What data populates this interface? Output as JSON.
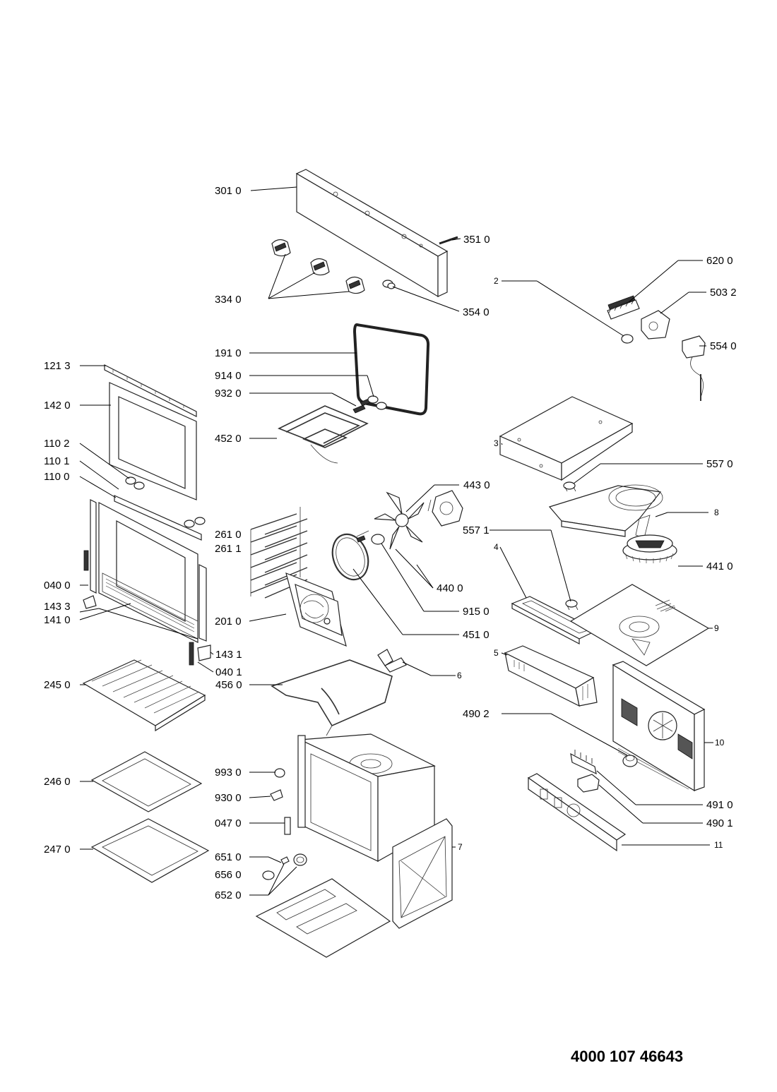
{
  "document_number": "4000 107 46643",
  "labels": [
    {
      "id": "301-0",
      "text": "301 0"
    },
    {
      "id": "351-0",
      "text": "351 0"
    },
    {
      "id": "334-0",
      "text": "334 0"
    },
    {
      "id": "354-0",
      "text": "354 0"
    },
    {
      "id": "620-0",
      "text": "620 0"
    },
    {
      "id": "503-2",
      "text": "503 2"
    },
    {
      "id": "554-0",
      "text": "554 0"
    },
    {
      "id": "2",
      "text": "2"
    },
    {
      "id": "191-0",
      "text": "191 0"
    },
    {
      "id": "121-3",
      "text": "121 3"
    },
    {
      "id": "914-0",
      "text": "914 0"
    },
    {
      "id": "932-0",
      "text": "932 0"
    },
    {
      "id": "142-0",
      "text": "142 0"
    },
    {
      "id": "452-0",
      "text": "452 0"
    },
    {
      "id": "3",
      "text": "3"
    },
    {
      "id": "110-2",
      "text": "110 2"
    },
    {
      "id": "110-1",
      "text": "110 1"
    },
    {
      "id": "110-0",
      "text": "110 0"
    },
    {
      "id": "557-0",
      "text": "557 0"
    },
    {
      "id": "443-0",
      "text": "443 0"
    },
    {
      "id": "8",
      "text": "8"
    },
    {
      "id": "261-0",
      "text": "261 0"
    },
    {
      "id": "261-1",
      "text": "261 1"
    },
    {
      "id": "557-1",
      "text": "557 1"
    },
    {
      "id": "4",
      "text": "4"
    },
    {
      "id": "441-0",
      "text": "441 0"
    },
    {
      "id": "040-0",
      "text": "040 0"
    },
    {
      "id": "440-0",
      "text": "440 0"
    },
    {
      "id": "143-3",
      "text": "143 3"
    },
    {
      "id": "141-0",
      "text": "141 0"
    },
    {
      "id": "915-0",
      "text": "915 0"
    },
    {
      "id": "201-0",
      "text": "201 0"
    },
    {
      "id": "9",
      "text": "9"
    },
    {
      "id": "451-0",
      "text": "451 0"
    },
    {
      "id": "5",
      "text": "5"
    },
    {
      "id": "143-1",
      "text": "143 1"
    },
    {
      "id": "040-1",
      "text": "040 1"
    },
    {
      "id": "6",
      "text": "6"
    },
    {
      "id": "245-0",
      "text": "245 0"
    },
    {
      "id": "456-0",
      "text": "456 0"
    },
    {
      "id": "490-2",
      "text": "490 2"
    },
    {
      "id": "10",
      "text": "10"
    },
    {
      "id": "993-0",
      "text": "993 0"
    },
    {
      "id": "246-0",
      "text": "246 0"
    },
    {
      "id": "930-0",
      "text": "930 0"
    },
    {
      "id": "491-0",
      "text": "491 0"
    },
    {
      "id": "047-0",
      "text": "047 0"
    },
    {
      "id": "490-1",
      "text": "490 1"
    },
    {
      "id": "247-0",
      "text": "247 0"
    },
    {
      "id": "7",
      "text": "7"
    },
    {
      "id": "651-0",
      "text": "651 0"
    },
    {
      "id": "11",
      "text": "11"
    },
    {
      "id": "656-0",
      "text": "656 0"
    },
    {
      "id": "652-0",
      "text": "652 0"
    }
  ]
}
